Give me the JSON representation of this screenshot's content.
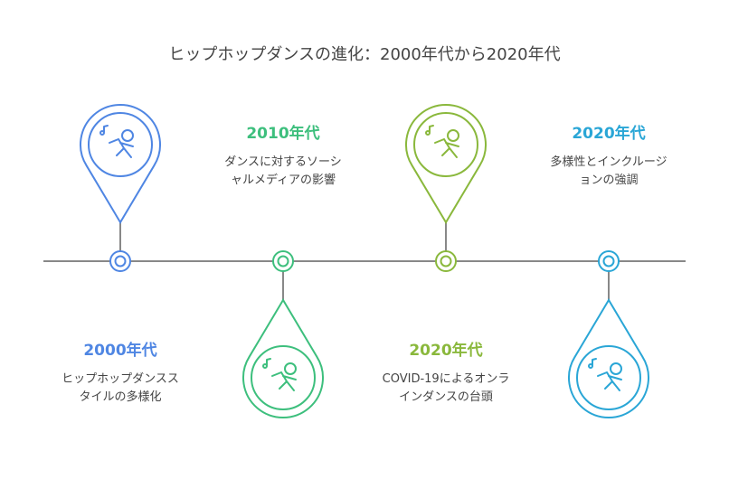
{
  "title": "ヒップホップダンスの進化：2000年代から2020年代",
  "events": [
    {
      "era": "2000年代",
      "desc": "ヒップホップダンスス タイルの多様化",
      "lines": [
        "ヒップホップダンスス",
        "タイルの多様化"
      ],
      "color": "#4f86e3",
      "icon": "singer-dancer-icon"
    },
    {
      "era": "2010年代",
      "desc": "ダンスに対するソーシャルメディアの影響",
      "lines": [
        "ダンスに対するソーシ",
        "ャルメディアの影響"
      ],
      "color": "#3dbf7d",
      "icon": "music-dancer-icon"
    },
    {
      "era": "2020年代",
      "desc": "COVID-19によるオンラインダンスの台頭",
      "lines": [
        "COVID-19によるオンラ",
        "インダンスの台頭"
      ],
      "color": "#8ab83c",
      "icon": "online-dancer-icon"
    },
    {
      "era": "2020年代",
      "desc": "多様性とインクルージョンの強調",
      "lines": [
        "多様性とインクルージ",
        "ョンの強調"
      ],
      "color": "#2aa6d6",
      "icon": "inclusive-dancer-icon"
    }
  ]
}
